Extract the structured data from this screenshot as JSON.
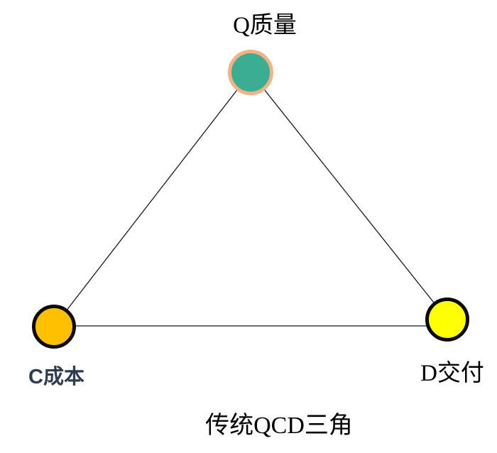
{
  "diagram": {
    "caption": "传统QCD三角",
    "nodes": [
      {
        "id": "quality",
        "label": "Q质量",
        "fill": "#3BAD92",
        "border_color": "#F4B183"
      },
      {
        "id": "cost",
        "label": "C成本",
        "fill": "#FFC000",
        "border_color": "#0A0A0A",
        "label_color": "#2E3B50"
      },
      {
        "id": "delivery",
        "label": "D交付",
        "fill": "#FFFF00",
        "border_color": "#0A0A0A"
      }
    ],
    "edges": [
      {
        "from": "quality",
        "to": "cost"
      },
      {
        "from": "quality",
        "to": "delivery"
      },
      {
        "from": "cost",
        "to": "delivery"
      }
    ],
    "edge_color": "#1A1A1A",
    "background": "#FFFFFF"
  }
}
